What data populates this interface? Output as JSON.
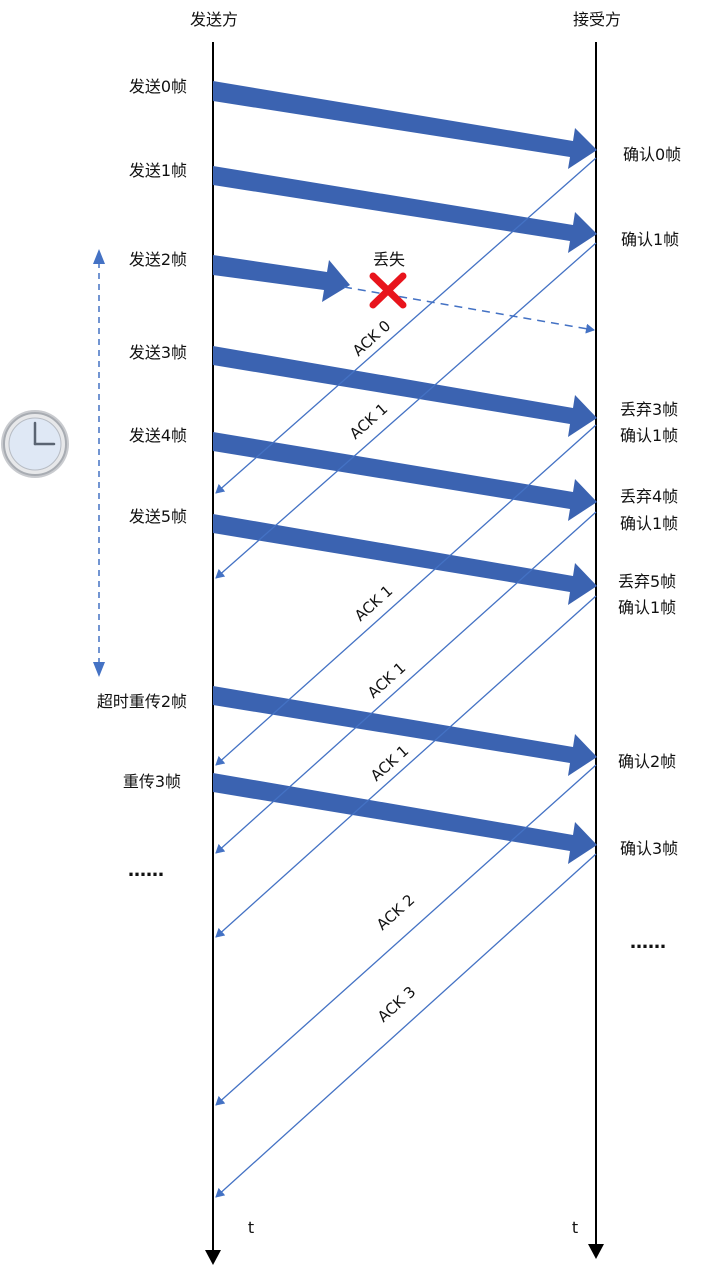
{
  "colors": {
    "frame_arrow": "#3b63b1",
    "ack_line": "#4472c4",
    "axis": "#000000",
    "lost_mark": "#e8141c"
  },
  "sender_title": "发送方",
  "receiver_title": "接受方",
  "time_label_left": "t",
  "time_label_right": "t",
  "lost_label": "丢失",
  "sender_events": [
    "发送0帧",
    "发送1帧",
    "发送2帧",
    "发送3帧",
    "发送4帧",
    "发送5帧",
    "超时重传2帧",
    "重传3帧"
  ],
  "receiver_events": [
    [
      "确认0帧"
    ],
    [
      "确认1帧"
    ],
    [
      "丢弃3帧",
      "确认1帧"
    ],
    [
      "丢弃4帧",
      "确认1帧"
    ],
    [
      "丢弃5帧",
      "确认1帧"
    ],
    [
      "确认2帧"
    ],
    [
      "确认3帧"
    ]
  ],
  "ack_labels": [
    "ACK 0",
    "ACK 1",
    "ACK 1",
    "ACK 1",
    "ACK 1",
    "ACK 2",
    "ACK 3"
  ],
  "ellipsis_left": "……",
  "ellipsis_right": "……",
  "icons": {
    "timer": "clock-icon",
    "lost": "red-x-icon"
  }
}
